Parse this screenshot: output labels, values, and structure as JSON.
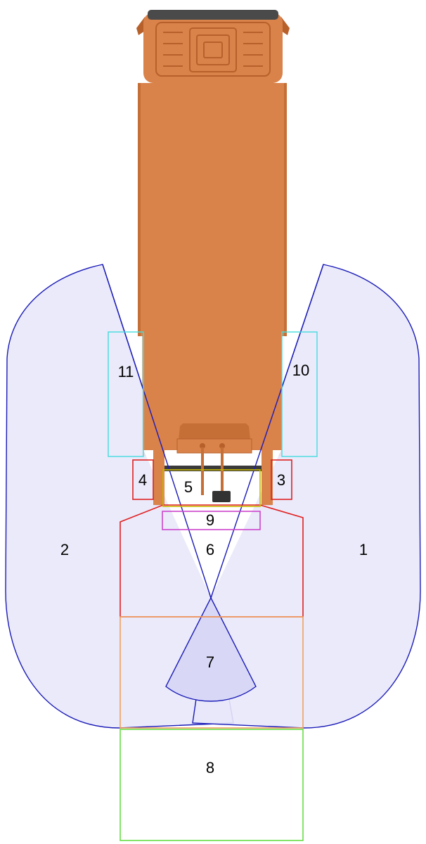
{
  "zones": [
    {
      "id": "1",
      "label": "1"
    },
    {
      "id": "2",
      "label": "2"
    },
    {
      "id": "3",
      "label": "3"
    },
    {
      "id": "4",
      "label": "4"
    },
    {
      "id": "5",
      "label": "5"
    },
    {
      "id": "6",
      "label": "6"
    },
    {
      "id": "7",
      "label": "7"
    },
    {
      "id": "8",
      "label": "8"
    },
    {
      "id": "9",
      "label": "9"
    },
    {
      "id": "10",
      "label": "10"
    },
    {
      "id": "11",
      "label": "11"
    }
  ],
  "colors": {
    "truck_body": "#d9824a",
    "truck_dark": "#b8602a",
    "truck_shadow": "#c56e35",
    "mirror_zone_fill": "#e8e8fa",
    "mirror_zone_stroke": "#1a1ab8",
    "zone7_fill": "#d8d8f6",
    "zone6_stroke": "#e02020",
    "zone7box_stroke": "#f0a060",
    "zone8_stroke": "#66dd44",
    "zone9_stroke": "#cc44cc",
    "zone1011_stroke": "#44dddd",
    "zone34_stroke": "#dd2222",
    "zone5_stroke": "#c8b800",
    "label": "#000000"
  }
}
